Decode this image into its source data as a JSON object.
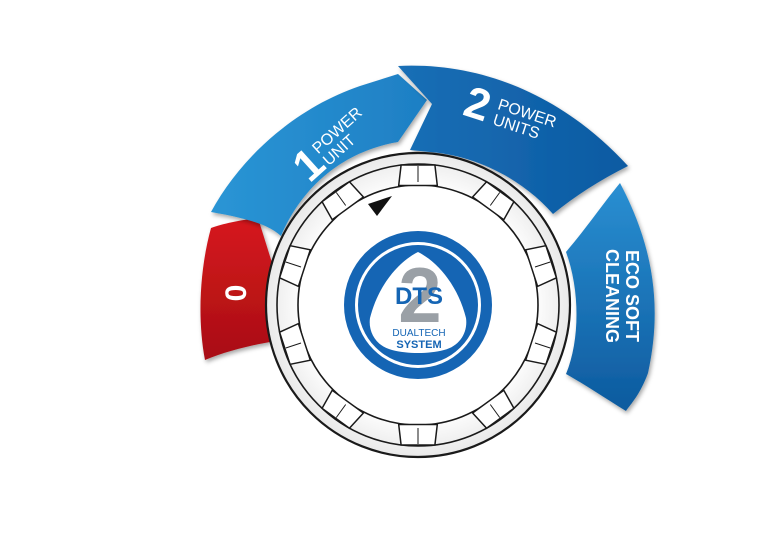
{
  "segments": {
    "off": {
      "label": "0",
      "color": "#c8141a"
    },
    "one": {
      "number": "1",
      "line1": "POWER",
      "line2": "UNIT",
      "color": "#2a93d2"
    },
    "two": {
      "number": "2",
      "line1": "POWER",
      "line2": "UNITS",
      "color": "#0f68ae"
    },
    "eco": {
      "line1": "ECO SOFT",
      "line2": "CLEANING",
      "color": "#1a7cc3"
    }
  },
  "knob": {
    "pointer_icon": "triangle-pointer-icon",
    "badge": {
      "title": "DTS",
      "numeral": "2",
      "line1": "DUALTECH",
      "line2": "SYSTEM",
      "ring_color": "#1565b4",
      "numeral_color": "#9aa0a6"
    }
  }
}
